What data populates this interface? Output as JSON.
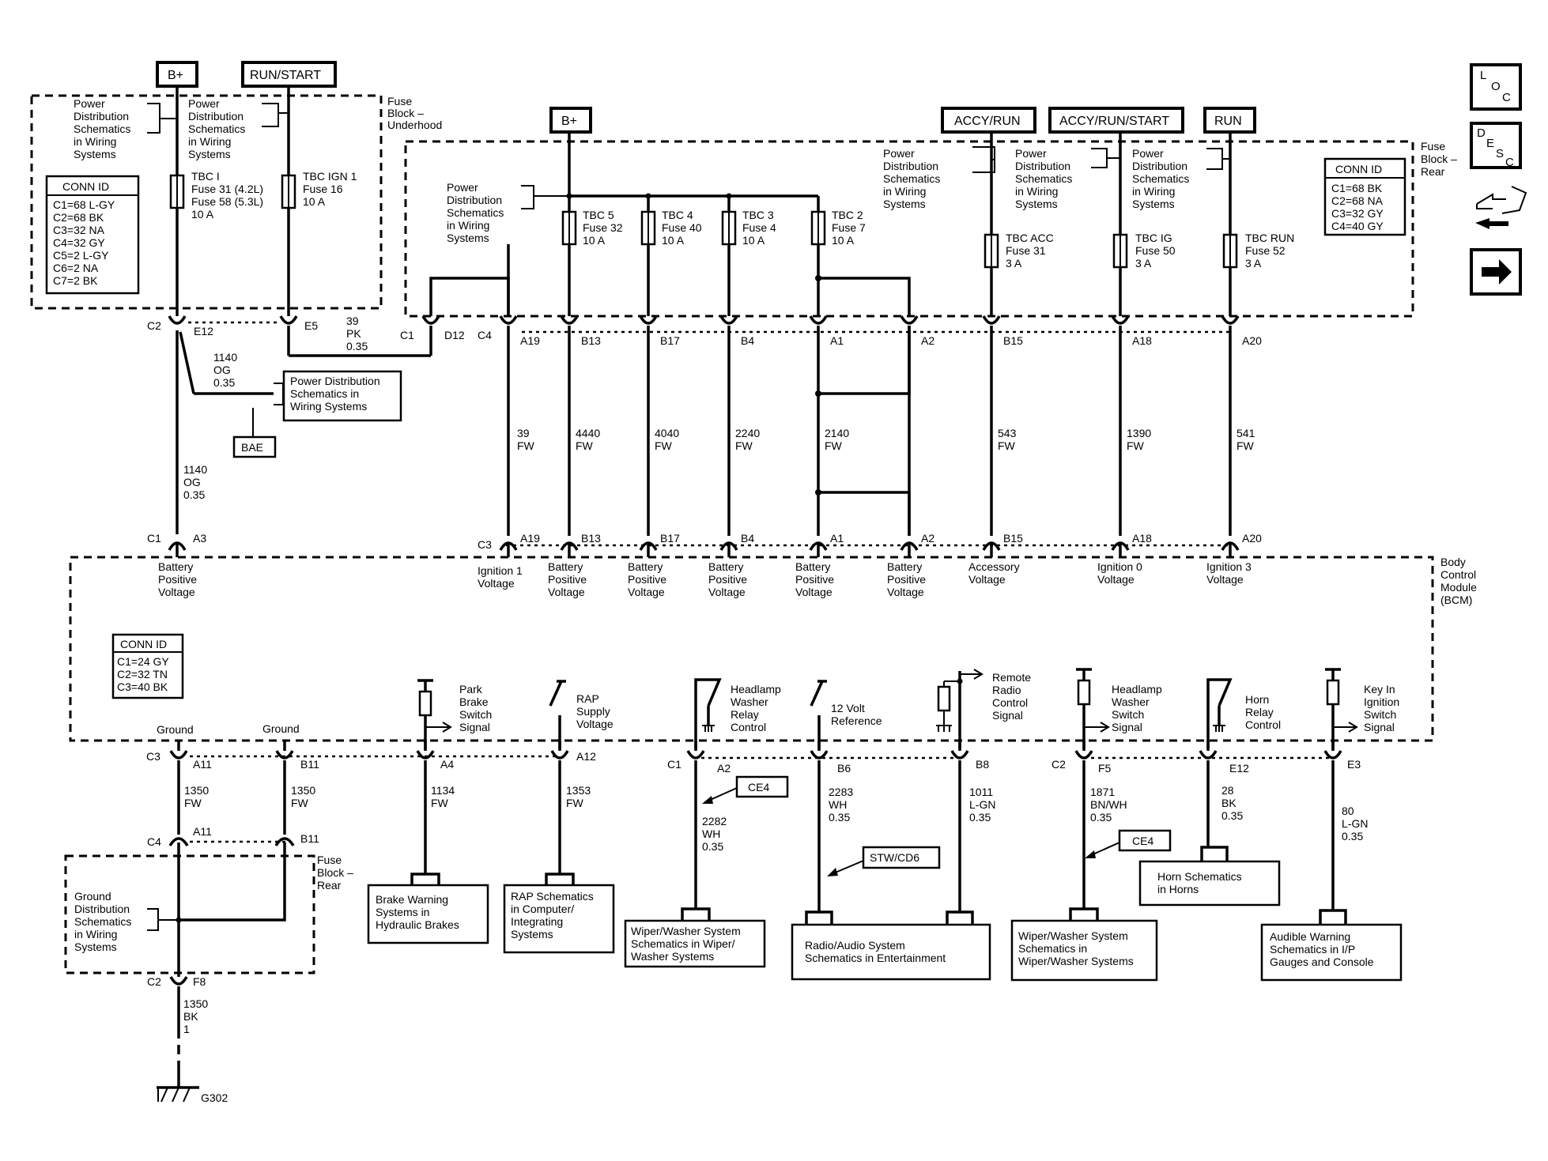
{
  "sources": {
    "bplus_1": "B+",
    "run_start": "RUN/START",
    "bplus_2": "B+",
    "accy_run": "ACCY/RUN",
    "accy_run_start": "ACCY/RUN/START",
    "run": "RUN"
  },
  "nav_icons": {
    "loc": [
      "L",
      "O",
      "C"
    ],
    "desc": [
      "D",
      "E",
      "S",
      "C"
    ],
    "components": "component-locator-icon",
    "next": "next-arrow-icon"
  },
  "fuse_block_underhood": {
    "label": [
      "Fuse",
      "Block –",
      "Underhood"
    ],
    "pds_left": [
      "Power",
      "Distribution",
      "Schematics",
      "in Wiring",
      "Systems"
    ],
    "pds_right": [
      "Power",
      "Distribution",
      "Schematics",
      "in Wiring",
      "Systems"
    ],
    "conn_id": {
      "title": "CONN ID",
      "rows": [
        "C1=68 L-GY",
        "C2=68 BK",
        "C3=32 NA",
        "C4=32 GY",
        "C5=2 L-GY",
        "C6=2 NA",
        "C7=2 BK"
      ]
    },
    "fuse_tbc_i": [
      "TBC I",
      "Fuse 31 (4.2L)",
      "Fuse 58 (5.3L)",
      "10 A"
    ],
    "fuse_tbc_ign1": [
      "TBC IGN 1",
      "Fuse 16",
      "10 A"
    ]
  },
  "fuse_block_rear": {
    "label": [
      "Fuse",
      "Block –",
      "Rear"
    ],
    "pds_left": [
      "Power",
      "Distribution",
      "Schematics",
      "in Wiring",
      "Systems"
    ],
    "pds_accy_run": [
      "Power",
      "Distribution",
      "Schematics",
      "in Wiring",
      "Systems"
    ],
    "pds_accy_run_start": [
      "Power",
      "Distribution",
      "Schematics",
      "in Wiring",
      "Systems"
    ],
    "pds_run": [
      "Power",
      "Distribution",
      "Schematics",
      "in Wiring",
      "Systems"
    ],
    "conn_id": {
      "title": "CONN ID",
      "rows": [
        "C1=68 BK",
        "C2=68 NA",
        "C3=32 GY",
        "C4=40 GY"
      ]
    },
    "fuses": [
      [
        "TBC 5",
        "Fuse 32",
        "10 A"
      ],
      [
        "TBC 4",
        "Fuse 40",
        "10 A"
      ],
      [
        "TBC 3",
        "Fuse 4",
        "10 A"
      ],
      [
        "TBC 2",
        "Fuse 7",
        "10 A"
      ],
      [
        "TBC ACC",
        "Fuse 31",
        "3 A"
      ],
      [
        "TBC IG",
        "Fuse 50",
        "3 A"
      ],
      [
        "TBC RUN",
        "Fuse 52",
        "3 A"
      ]
    ]
  },
  "upper_connectors": {
    "c2": "C2",
    "e12": "E12",
    "e5": "E5",
    "c1": "C1",
    "d12": "D12",
    "c4": "C4",
    "pins": [
      "A19",
      "B13",
      "B17",
      "B4",
      "A1",
      "A2",
      "B15",
      "A18",
      "A20"
    ],
    "wire_e5": [
      "39",
      "PK",
      "0.35"
    ],
    "wire_e12_branch": [
      "1140",
      "OG",
      "0.35"
    ],
    "pds_box": [
      "Power Distribution",
      "Schematics in",
      "Wiring Systems"
    ],
    "bae": "BAE"
  },
  "wires_upper": [
    [
      "1140",
      "OG",
      "0.35"
    ],
    [
      "39",
      "FW"
    ],
    [
      "4440",
      "FW"
    ],
    [
      "4040",
      "FW"
    ],
    [
      "2240",
      "FW"
    ],
    [
      "2140",
      "FW"
    ],
    [
      "543",
      "FW"
    ],
    [
      "1390",
      "FW"
    ],
    [
      "541",
      "FW"
    ]
  ],
  "bcm": {
    "label": [
      "Body",
      "Control",
      "Module",
      "(BCM)"
    ],
    "top_c1": "C1",
    "top_a3": "A3",
    "top_c3": "C3",
    "top_pins": [
      "A19",
      "B13",
      "B17",
      "B4",
      "A1",
      "A2",
      "B15",
      "A18",
      "A20"
    ],
    "inputs": [
      [
        "Battery",
        "Positive",
        "Voltage"
      ],
      [
        "Ignition 1",
        "Voltage"
      ],
      [
        "Battery",
        "Positive",
        "Voltage"
      ],
      [
        "Battery",
        "Positive",
        "Voltage"
      ],
      [
        "Battery",
        "Positive",
        "Voltage"
      ],
      [
        "Battery",
        "Positive",
        "Voltage"
      ],
      [
        "Battery",
        "Positive",
        "Voltage"
      ],
      [
        "Accessory",
        "Voltage"
      ],
      [
        "Ignition 0",
        "Voltage"
      ],
      [
        "Ignition 3",
        "Voltage"
      ]
    ],
    "conn_id": {
      "title": "CONN ID",
      "rows": [
        "C1=24 GY",
        "C2=32 TN",
        "C3=40 BK"
      ]
    },
    "ground1": "Ground",
    "ground2": "Ground",
    "park_brake": [
      "Park",
      "Brake",
      "Switch",
      "Signal"
    ],
    "rap_supply": [
      "RAP",
      "Supply",
      "Voltage"
    ],
    "headlamp_washer_relay": [
      "Headlamp",
      "Washer",
      "Relay",
      "Control"
    ],
    "twelve_volt": [
      "12 Volt",
      "Reference"
    ],
    "remote_radio": [
      "Remote",
      "Radio",
      "Control",
      "Signal"
    ],
    "headlamp_washer_switch": [
      "Headlamp",
      "Washer",
      "Switch",
      "Signal"
    ],
    "horn_relay": [
      "Horn",
      "Relay",
      "Control"
    ],
    "key_in_ignition": [
      "Key In",
      "Ignition",
      "Switch",
      "Signal"
    ]
  },
  "lower_connectors": {
    "c3": "C3",
    "a11": "A11",
    "b11": "B11",
    "a4": "A4",
    "a12": "A12",
    "c1": "C1",
    "a2": "A2",
    "b6": "B6",
    "b8": "B8",
    "c2": "C2",
    "f5": "F5",
    "e12": "E12",
    "e3": "E3",
    "c4": "C4",
    "c4_a11": "A11",
    "c4_b11": "B11",
    "c2_bottom": "C2",
    "f8": "F8"
  },
  "wires_lower": {
    "a11": [
      "1350",
      "FW"
    ],
    "b11": [
      "1350",
      "FW"
    ],
    "a4": [
      "1134",
      "FW"
    ],
    "a12": [
      "1353",
      "FW"
    ],
    "a2": [
      "2282",
      "WH",
      "0.35"
    ],
    "b6": [
      "2283",
      "WH",
      "0.35"
    ],
    "b8": [
      "1011",
      "L-GN",
      "0.35"
    ],
    "f5": [
      "1871",
      "BN/WH",
      "0.35"
    ],
    "e12": [
      "28",
      "BK",
      "0.35"
    ],
    "e3": [
      "80",
      "L-GN",
      "0.35"
    ],
    "ground": [
      "1350",
      "BK",
      "1"
    ]
  },
  "ground_distribution": [
    "Ground",
    "Distribution",
    "Schematics",
    "in Wiring",
    "Systems"
  ],
  "fuse_block_rear_lower": [
    "Fuse",
    "Block –",
    "Rear"
  ],
  "g302": "G302",
  "options": {
    "ce4_a": "CE4",
    "stw_cd6": "STW/CD6",
    "ce4_b": "CE4"
  },
  "references": {
    "brake": [
      "Brake Warning",
      "Systems in",
      "Hydraulic Brakes"
    ],
    "rap": [
      "RAP Schematics",
      "in Computer/",
      "Integrating",
      "Systems"
    ],
    "wiper1": [
      "Wiper/Washer System",
      "Schematics in Wiper/",
      "Washer Systems"
    ],
    "radio": [
      "Radio/Audio System",
      "Schematics in Entertainment"
    ],
    "wiper2": [
      "Wiper/Washer System",
      "Schematics in",
      "Wiper/Washer Systems"
    ],
    "horn": [
      "Horn Schematics",
      "in Horns"
    ],
    "audible": [
      "Audible Warning",
      "Schematics in I/P",
      "Gauges and Console"
    ]
  }
}
